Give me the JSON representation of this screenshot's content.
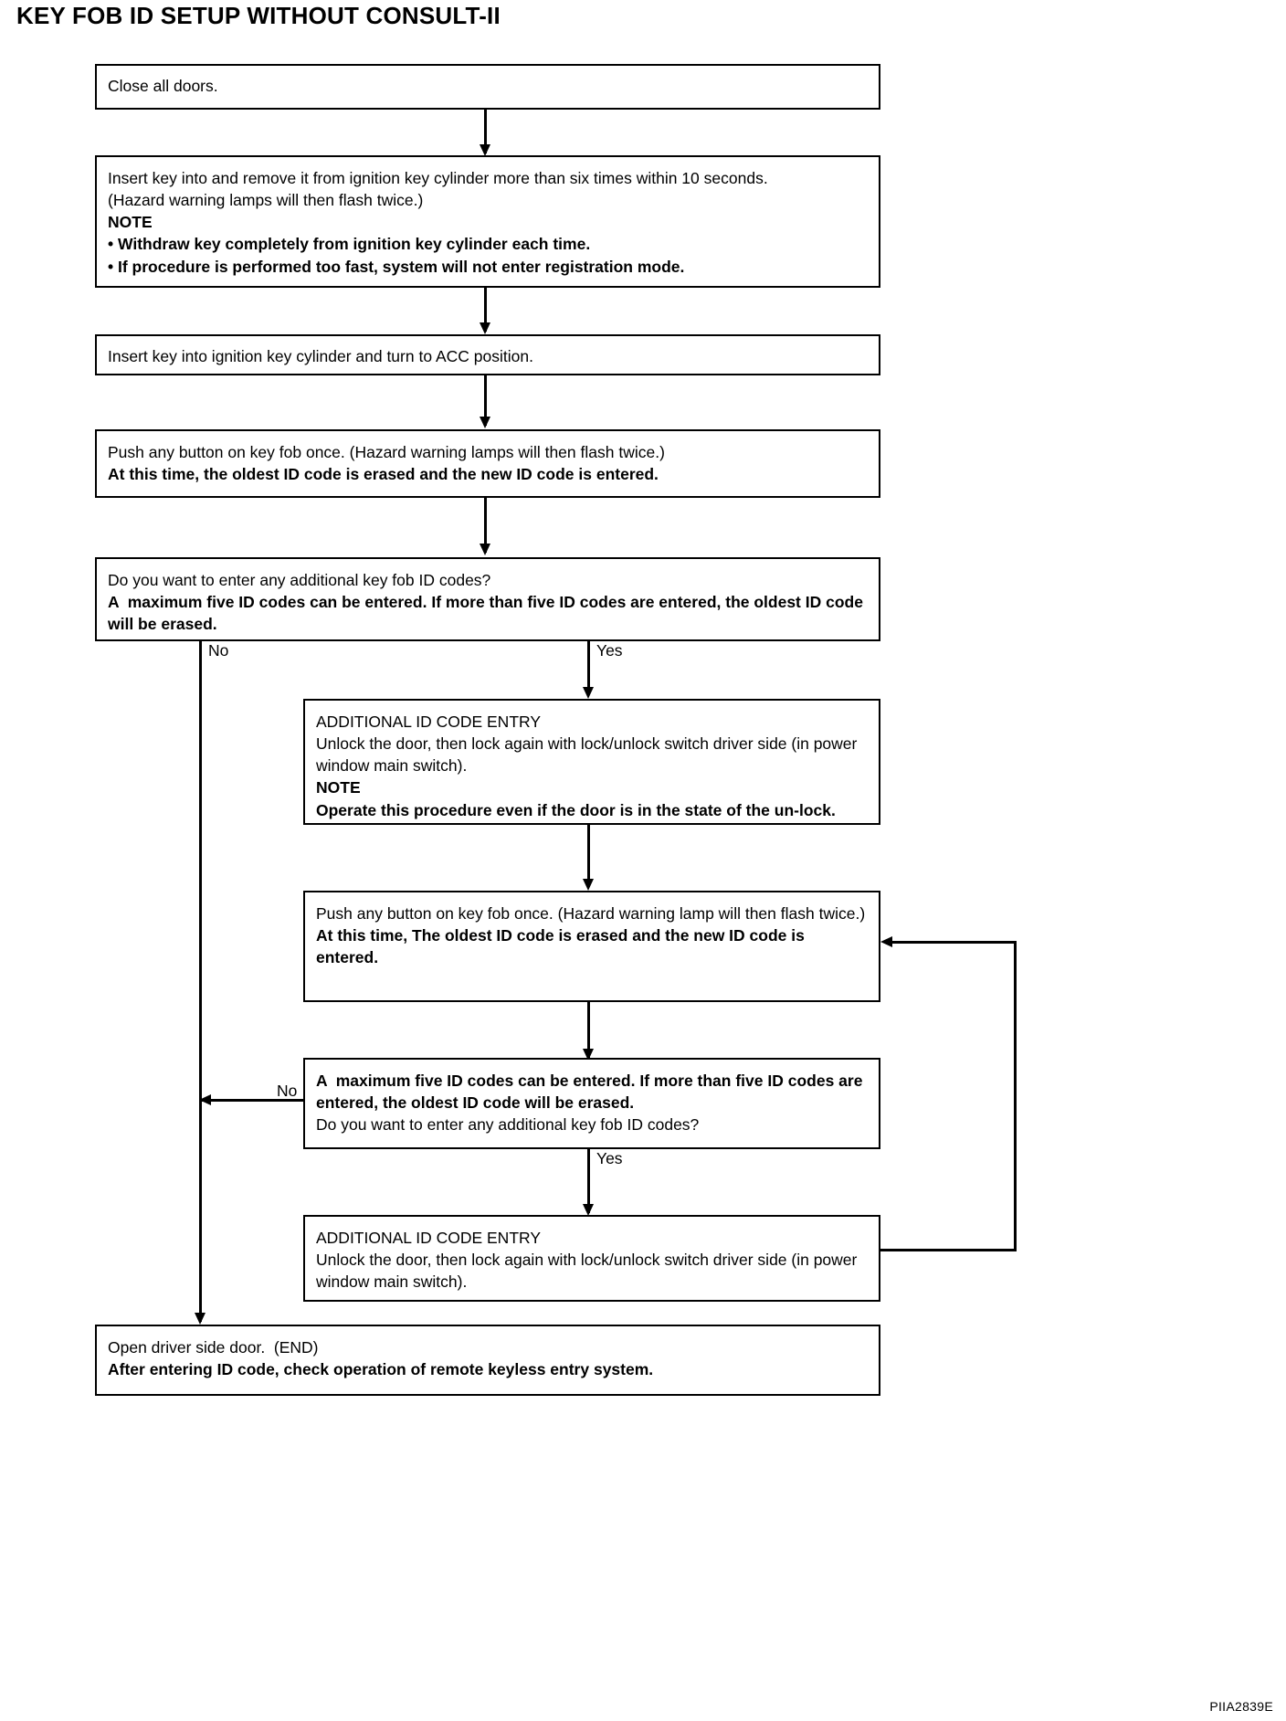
{
  "document": {
    "title": "KEY FOB ID SETUP WITHOUT CONSULT-II",
    "figure_code": "PIIA2839E"
  },
  "nodes": {
    "close_doors": {
      "lines": [
        {
          "text": "Close all doors.",
          "bold": false
        }
      ]
    },
    "insert_remove_key": {
      "lines": [
        {
          "text": "Insert key into and remove it from ignition key cylinder more than six times within 10 seconds.",
          "bold": false
        },
        {
          "text": "(Hazard warning lamps will then flash twice.)",
          "bold": false
        },
        {
          "text": "NOTE",
          "bold": true
        },
        {
          "text": "• Withdraw key completely from ignition key cylinder each time.",
          "bold": true
        },
        {
          "text": "• If procedure is performed too fast, system will not enter registration mode.",
          "bold": true
        }
      ]
    },
    "turn_acc": {
      "lines": [
        {
          "text": "Insert key into ignition key cylinder and turn to ACC position.",
          "bold": false
        }
      ]
    },
    "push_button_1": {
      "lines": [
        {
          "text": "Push any button on key fob once. (Hazard warning lamps will then flash twice.)",
          "bold": false
        },
        {
          "text": "At this time, the oldest ID code is erased and the new ID code is entered.",
          "bold": true
        }
      ]
    },
    "decision_1": {
      "lines": [
        {
          "text": "Do you want to enter any additional key fob ID codes?",
          "bold": false
        },
        {
          "text": "A  maximum five ID codes can be entered. If more than five ID codes are entered, the oldest ID code will be erased.",
          "bold": true
        }
      ]
    },
    "additional_entry_1": {
      "lines": [
        {
          "text": "ADDITIONAL ID CODE ENTRY",
          "bold": false
        },
        {
          "text": "Unlock the door, then lock again with lock/unlock switch driver side (in power window main switch).",
          "bold": false
        },
        {
          "text": "NOTE",
          "bold": true
        },
        {
          "text": "Operate this procedure even if the door is in the state of the un-lock.",
          "bold": true
        }
      ]
    },
    "push_button_2": {
      "lines": [
        {
          "text": "Push any button on key fob once. (Hazard warning lamp will then flash twice.)",
          "bold": false
        },
        {
          "text": "At this time, The oldest ID code is erased and the new ID code is entered.",
          "bold": true
        }
      ]
    },
    "decision_2": {
      "lines": [
        {
          "text": "A  maximum five ID codes can be entered. If more than five ID codes are entered, the oldest ID code will be erased.",
          "bold": true
        },
        {
          "text": "Do you want to enter any additional key fob ID codes?",
          "bold": false
        }
      ]
    },
    "additional_entry_2": {
      "lines": [
        {
          "text": "ADDITIONAL ID CODE ENTRY",
          "bold": false
        },
        {
          "text": "Unlock the door, then lock again with lock/unlock switch driver side (in power window main switch).",
          "bold": false
        }
      ]
    },
    "end_node": {
      "lines": [
        {
          "text": "Open driver side door.  (END)",
          "bold": false
        },
        {
          "text": "After entering ID code, check operation of remote keyless entry system.",
          "bold": true
        }
      ]
    }
  },
  "edge_labels": {
    "decision1_no": "No",
    "decision1_yes": "Yes",
    "decision2_no": "No",
    "decision2_yes": "Yes"
  }
}
